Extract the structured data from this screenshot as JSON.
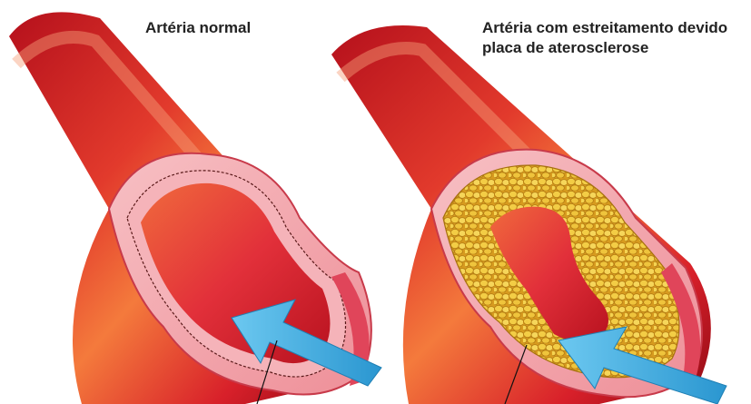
{
  "labels": {
    "normal_artery": "Artéria normal",
    "narrowed_artery_line1": "Artéria com estreitamento devido",
    "narrowed_artery_line2": "placa de aterosclerose"
  },
  "colors": {
    "vessel_outer": "#d8202a",
    "vessel_highlight": "#f26a3a",
    "vessel_shadow": "#8e0a14",
    "wall_pink": "#f4a6ae",
    "wall_inner": "#e43b4e",
    "lumen": "#e8323e",
    "plaque": "#f0c23a",
    "arrow": "#3aaee6"
  },
  "icons": {
    "flow_arrow": "blood-flow-arrow"
  }
}
